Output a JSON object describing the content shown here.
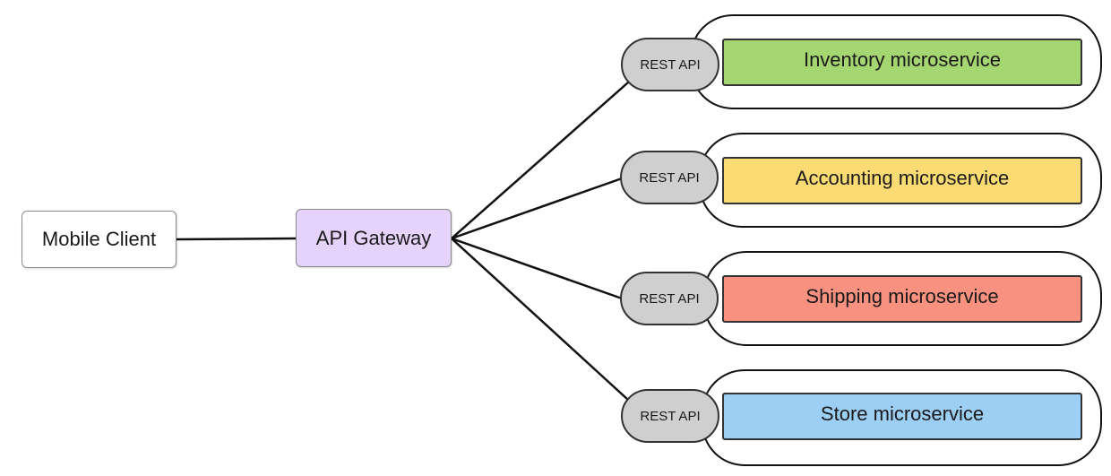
{
  "client": {
    "label": "Mobile Client"
  },
  "gateway": {
    "label": "API Gateway",
    "color": "#e6d3fb"
  },
  "services": [
    {
      "api_label": "REST API",
      "label": "Inventory microservice",
      "color": "#a6d672"
    },
    {
      "api_label": "REST API",
      "label": "Accounting microservice",
      "color": "#fbdb73"
    },
    {
      "api_label": "REST API",
      "label": "Shipping microservice",
      "color": "#f99180"
    },
    {
      "api_label": "REST API",
      "label": "Store microservice",
      "color": "#9ccff3"
    }
  ],
  "colors": {
    "connector": "#111111",
    "rest_api_fill": "#cfcfcf",
    "container_border": "#111111"
  }
}
